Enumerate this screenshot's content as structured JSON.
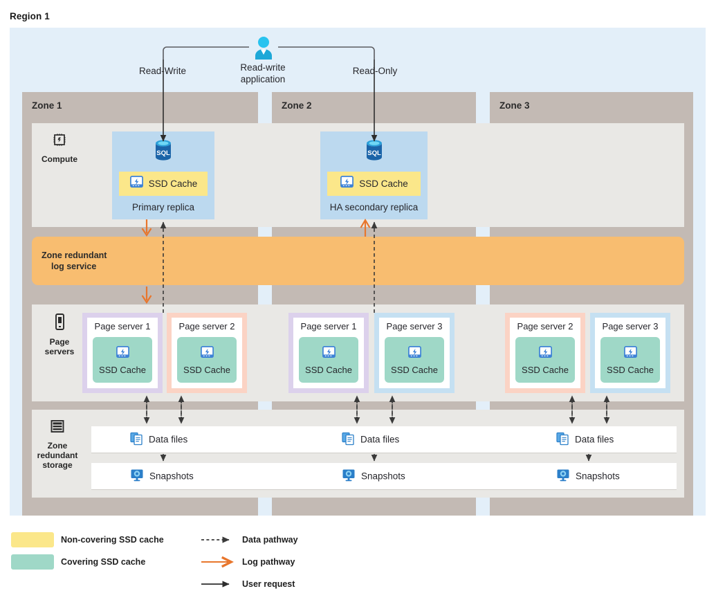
{
  "region": {
    "title": "Region 1"
  },
  "application": {
    "icon": "person-icon",
    "label_line1": "Read-write",
    "label_line2": "application",
    "label": "Read-write application",
    "left_path_label": "Read-Write",
    "right_path_label": "Read-Only"
  },
  "zones": [
    {
      "label": "Zone 1"
    },
    {
      "label": "Zone 2"
    },
    {
      "label": "Zone 3"
    }
  ],
  "rows": {
    "compute": {
      "label": "Compute",
      "icon": "cpu-chip-icon"
    },
    "page_servers": {
      "label_line1": "Page",
      "label_line2": "servers",
      "label": "Page servers",
      "icon": "server-device-icon"
    },
    "storage": {
      "label_line1": "Zone",
      "label_line2": "redundant",
      "label_line3": "storage",
      "label": "Zone redundant storage",
      "icon": "storage-stack-icon"
    }
  },
  "replicas": [
    {
      "name": "Primary replica",
      "cache_label": "SSD Cache",
      "cache_type": "non-covering",
      "db_icon": "sql-database-icon",
      "cache_icon": "ssd-disk-icon"
    },
    {
      "name": "HA secondary replica",
      "cache_label": "SSD Cache",
      "cache_type": "non-covering",
      "db_icon": "sql-database-icon",
      "cache_icon": "ssd-disk-icon"
    }
  ],
  "log_service": {
    "label_line1": "Zone redundant",
    "label_line2": "log service",
    "label": "Zone redundant log service"
  },
  "page_servers": [
    {
      "name": "Page server 1",
      "cache_label": "SSD Cache",
      "border": "purple",
      "zone": 1
    },
    {
      "name": "Page server 2",
      "cache_label": "SSD Cache",
      "border": "peach",
      "zone": 1
    },
    {
      "name": "Page server 1",
      "cache_label": "SSD Cache",
      "border": "purple",
      "zone": 2
    },
    {
      "name": "Page server 3",
      "cache_label": "SSD Cache",
      "border": "blue",
      "zone": 2
    },
    {
      "name": "Page server 2",
      "cache_label": "SSD Cache",
      "border": "peach",
      "zone": 3
    },
    {
      "name": "Page server 3",
      "cache_label": "SSD Cache",
      "border": "blue",
      "zone": 3
    }
  ],
  "storage": {
    "data_files": [
      {
        "label": "Data files",
        "icon": "data-file-icon"
      },
      {
        "label": "Data files",
        "icon": "data-file-icon"
      },
      {
        "label": "Data files",
        "icon": "data-file-icon"
      }
    ],
    "snapshots": [
      {
        "label": "Snapshots",
        "icon": "snapshot-icon"
      },
      {
        "label": "Snapshots",
        "icon": "snapshot-icon"
      },
      {
        "label": "Snapshots",
        "icon": "snapshot-icon"
      }
    ]
  },
  "legend": {
    "swatches": [
      {
        "label": "Non-covering SSD cache",
        "color": "#fbe78a"
      },
      {
        "label": "Covering SSD cache",
        "color": "#9fd8c7"
      }
    ],
    "lines": [
      {
        "label": "Data pathway",
        "style": "dashed",
        "color": "#3a3a3a"
      },
      {
        "label": "Log pathway",
        "style": "solid",
        "color": "#e8762c"
      },
      {
        "label": "User request",
        "style": "solid",
        "color": "#2d2d2d"
      }
    ]
  },
  "colors": {
    "region_band": "#e3eff9",
    "zone_column": "#c3bab4",
    "panel": "#e9e8e5",
    "replica_box": "#bcd9ef",
    "log_service": "#f8bd70",
    "non_covering_cache": "#fbe78a",
    "covering_cache": "#9fd8c7",
    "log_arrow": "#e8762c",
    "data_arrow": "#3a3a3a",
    "user_arrow": "#2d2d2d"
  }
}
